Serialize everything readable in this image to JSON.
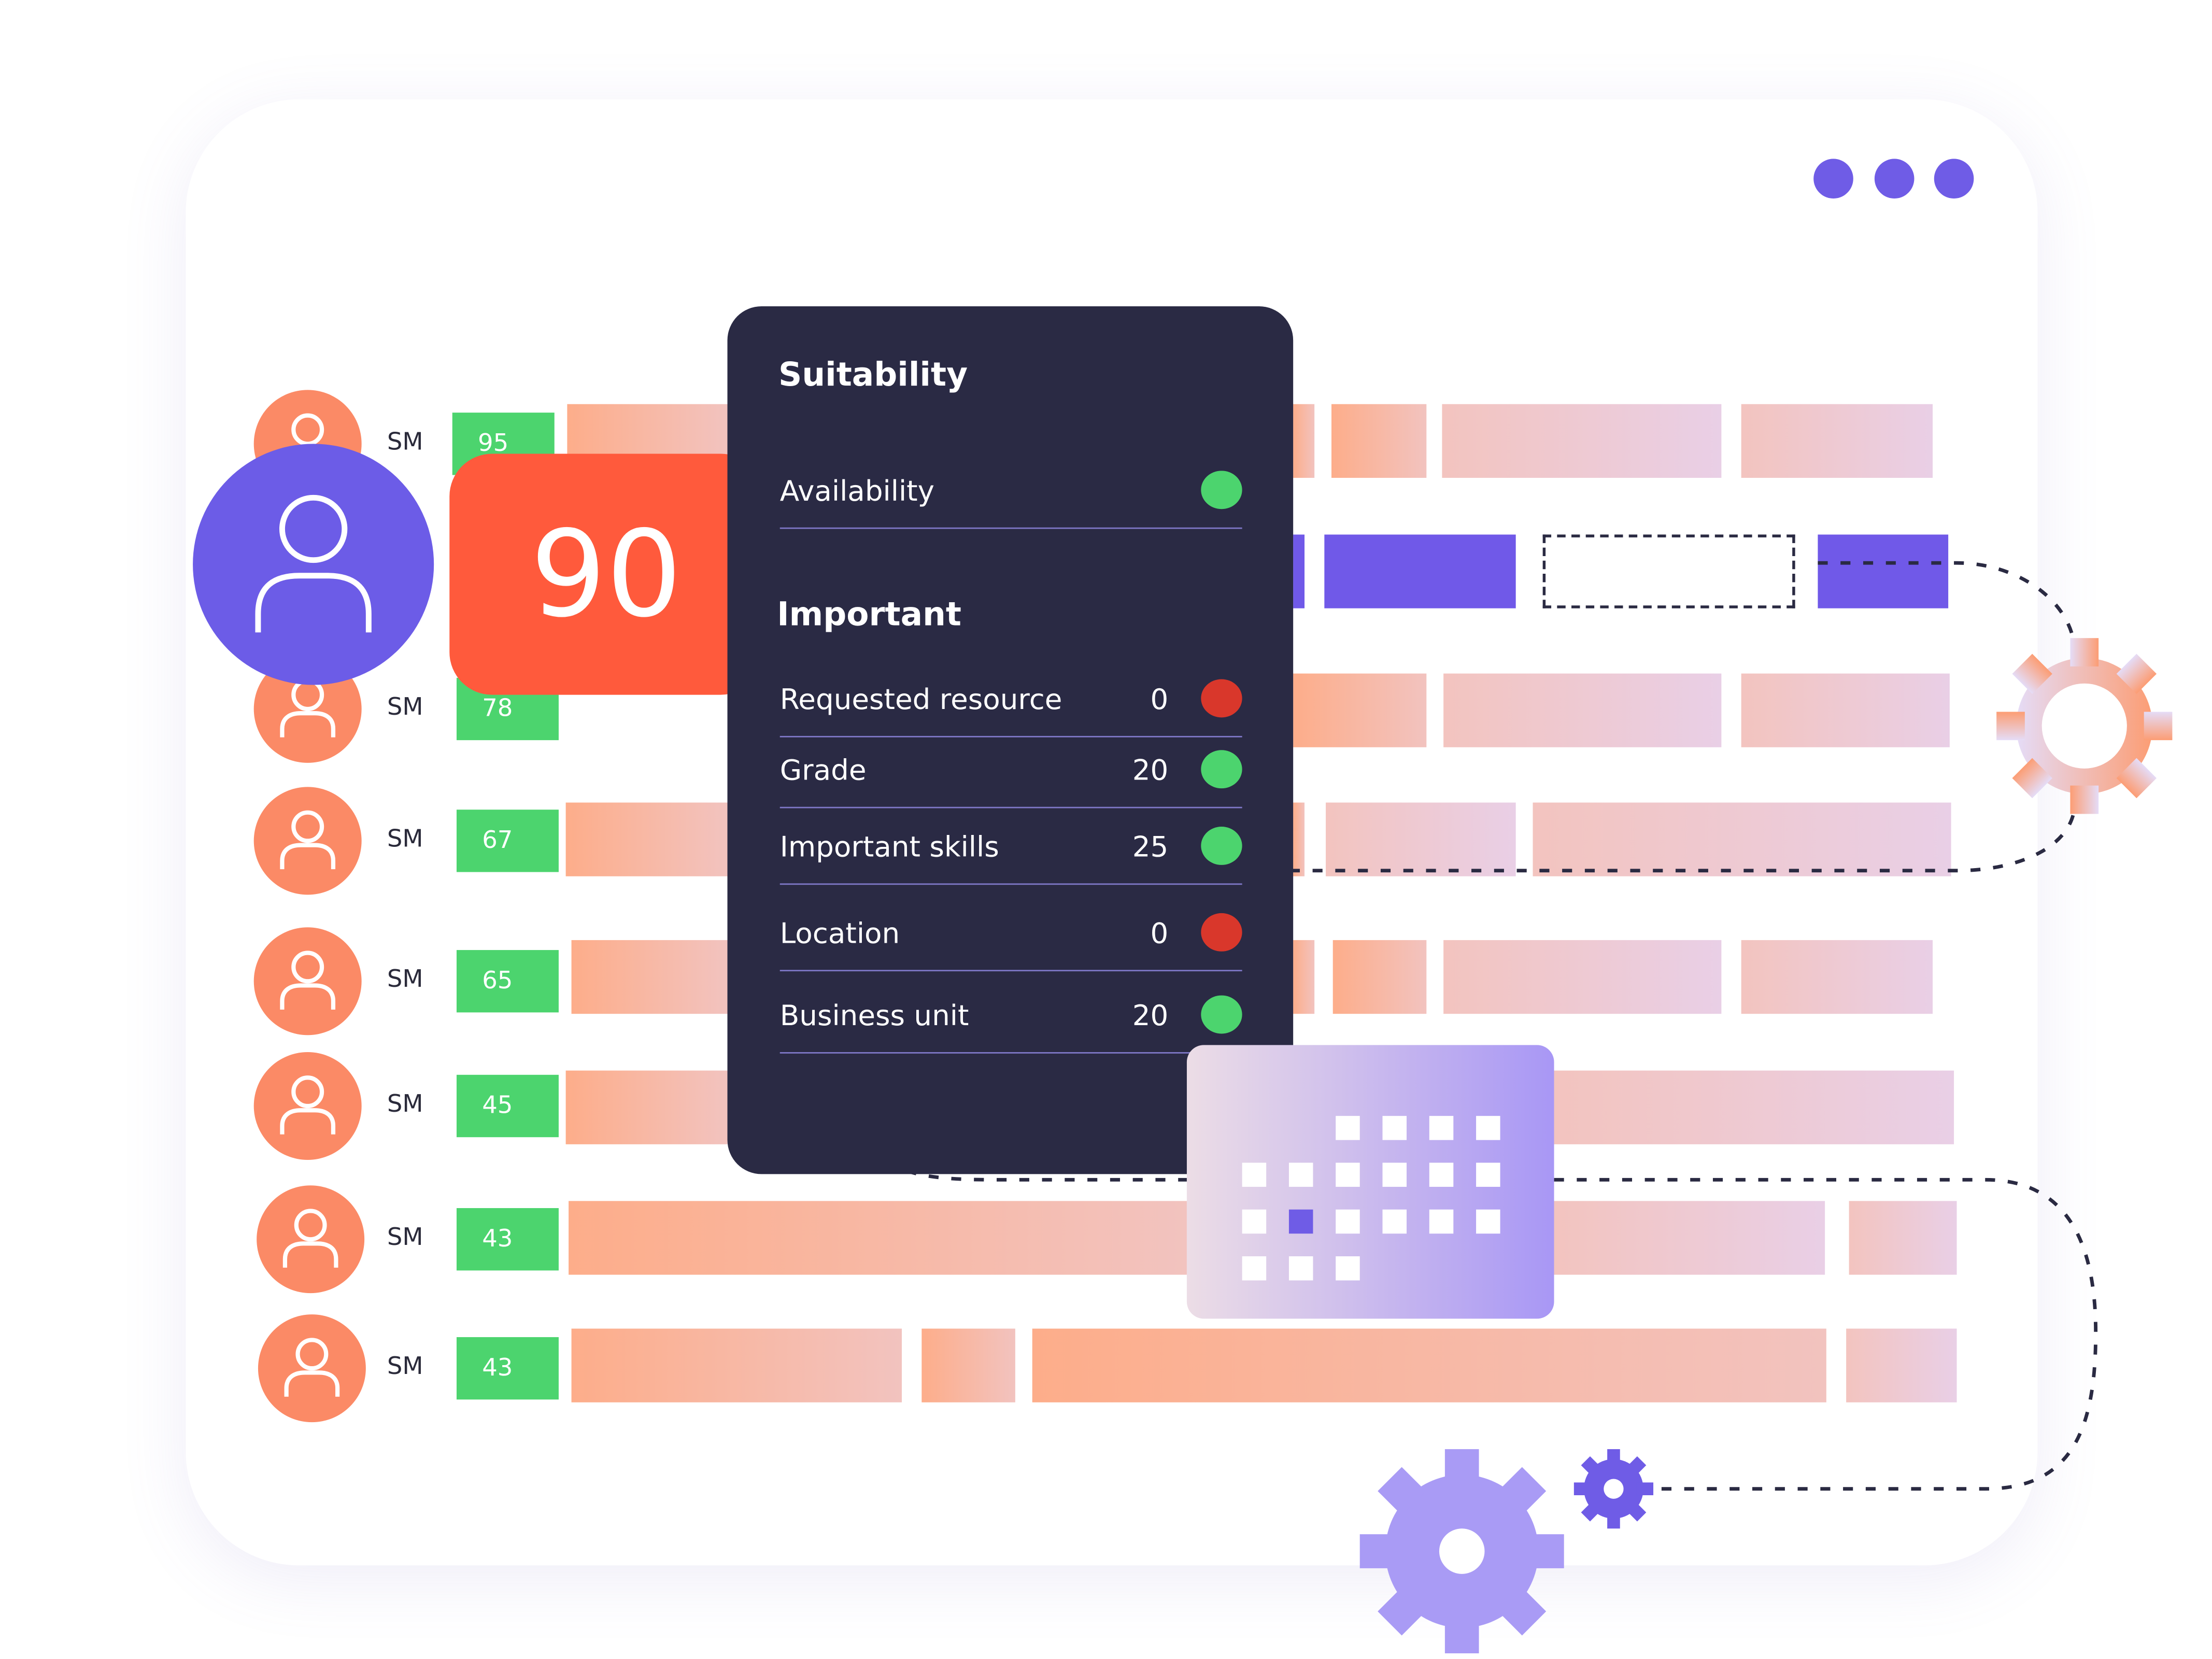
{
  "window": {
    "dots": 3,
    "accent": "#6f5ce6"
  },
  "rows": [
    {
      "label": "SM",
      "score": "95"
    },
    {
      "label": "SM",
      "score": "78"
    },
    {
      "label": "SM",
      "score": "67"
    },
    {
      "label": "SM",
      "score": "65"
    },
    {
      "label": "SM",
      "score": "45"
    },
    {
      "label": "SM",
      "score": "43"
    },
    {
      "label": "SM",
      "score": "43"
    }
  ],
  "selected": {
    "score": "90",
    "color": "#ff5a3c"
  },
  "panel": {
    "title": "Suitability",
    "availability": {
      "label": "Availability",
      "status": "green"
    },
    "section": "Important",
    "criteria": [
      {
        "label": "Requested resource",
        "value": "0",
        "status": "red"
      },
      {
        "label": "Grade",
        "value": "20",
        "status": "green"
      },
      {
        "label": "Important skills",
        "value": "25",
        "status": "green"
      },
      {
        "label": "Location",
        "value": "0",
        "status": "red"
      },
      {
        "label": "Business unit",
        "value": "20",
        "status": "green"
      }
    ]
  },
  "icons": [
    "calendar-icon",
    "gear-icon",
    "user-icon"
  ]
}
